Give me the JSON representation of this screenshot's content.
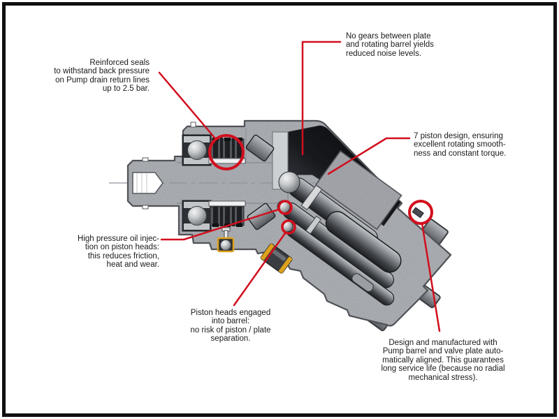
{
  "figure": {
    "kind": "cutaway-technical-illustration",
    "subject": "bent-axis piston pump cross-section with annotated features"
  },
  "colors": {
    "annotation_red": "#d20f1e",
    "housing_gray": "#b4b8bc",
    "dark_metal": "#1a1c1f",
    "gold_fitting": "#dca21c",
    "background": "#ffffff",
    "frame_black": "#101010",
    "text_black": "#1a1a1a"
  },
  "callouts": {
    "reinforced_seals": {
      "text": "Reinforced seals\nto withstand back pressure\non Pump drain return lines\nup to 2.5 bar."
    },
    "no_gears": {
      "text": "No gears between plate\nand rotating barrel yields\nreduced noise levels."
    },
    "seven_piston": {
      "text": "7 piston design, ensuring\nexcellent rotating smooth-\nness and constant torque."
    },
    "oil_injection": {
      "text": "High pressure oil injec-\ntion on piston heads:\nthis reduces friction,\nheat and wear."
    },
    "piston_heads": {
      "text": "Piston heads engaged\ninto barrel:\nno risk of piston / plate\nseparation."
    },
    "auto_aligned": {
      "text": "Design and manufactured with\nPump barrel and valve plate auto-\nmatically aligned. This guarantees\nlong service life (because no radial\nmechanical stress)."
    }
  }
}
